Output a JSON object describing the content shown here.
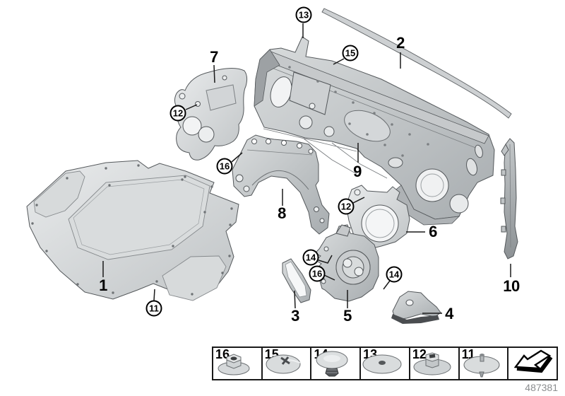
{
  "page": {
    "doc_number": "487381"
  },
  "colors": {
    "background": "#ffffff",
    "line_black": "#1a1a1a",
    "part_fill_light": "#e3e5e6",
    "part_fill_mid": "#c7cacc",
    "part_shade": "#9ba0a3",
    "outline_gray": "#54585b",
    "doc_number_gray": "#8b8d8f"
  },
  "callouts": {
    "plain": [
      "7",
      "2",
      "9",
      "8",
      "6",
      "1",
      "3",
      "5",
      "4",
      "10"
    ],
    "circled": [
      "13",
      "15",
      "12",
      "16",
      "12",
      "14",
      "16",
      "14",
      "11"
    ]
  },
  "legend": {
    "items": [
      {
        "number": "16",
        "icon": "hex-nut-on-washer-icon"
      },
      {
        "number": "15",
        "icon": "phillips-dome-rivet-icon"
      },
      {
        "number": "14",
        "icon": "expanding-rivet-icon"
      },
      {
        "number": "13",
        "icon": "washer-with-hole-icon"
      },
      {
        "number": "12",
        "icon": "hex-nut-on-washer-icon"
      },
      {
        "number": "11",
        "icon": "dome-washer-pin-icon"
      },
      {
        "number": "",
        "icon": "direction-arrow-icon"
      }
    ]
  }
}
